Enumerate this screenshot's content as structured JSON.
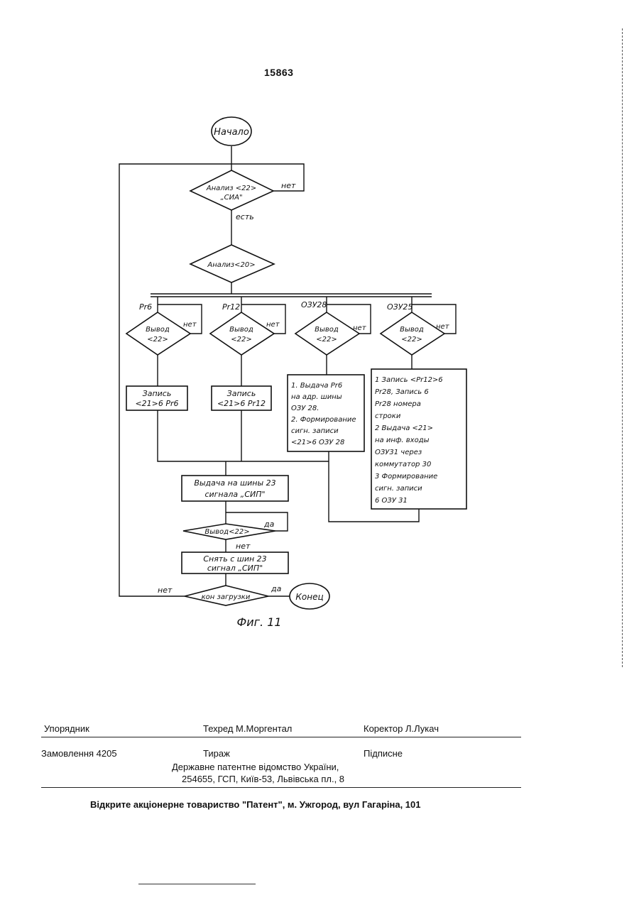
{
  "page_number": "15863",
  "flowchart": {
    "start": "Начало",
    "analysis_22": [
      "Анализ <22>",
      "„СИА\""
    ],
    "no_label": "нет",
    "yes_label": "есть",
    "analysis_20": "Анализ<20>",
    "branches": [
      {
        "label": "Pr6",
        "decision": [
          "Вывод",
          "<22>"
        ],
        "no": "нет",
        "box": [
          "Запись",
          "<21>6 Pr6"
        ]
      },
      {
        "label": "Pr12",
        "decision": [
          "Вывод",
          "<22>"
        ],
        "no": "нет",
        "box": [
          "Запись",
          "<21>6 Pr12"
        ]
      },
      {
        "label": "ОЗУ28",
        "decision": [
          "Вывод",
          "<22>"
        ],
        "no": "нет",
        "box": [
          "1. Выдача Pr6",
          "на адр. шины",
          "ОЗУ 28.",
          "2. Формирование",
          "сигн. записи",
          "<21>6 ОЗУ 28"
        ]
      },
      {
        "label": "ОЗУ25",
        "decision": [
          "Вывод",
          "<22>"
        ],
        "no": "нет",
        "box": [
          "1 Запись <Pr12>6",
          "Pr28, Запись 6",
          "Pr28 номера",
          "строки",
          "2 Выдача <21>",
          "на инф. входы",
          "ОЗУ31 через",
          "коммутатор 30",
          "3 Формирование",
          "сигн. записи",
          "6 ОЗУ 31"
        ]
      }
    ],
    "output_sip": [
      "Выдача на шины 23",
      "сигнала „СИП\""
    ],
    "decision_output": "Вывод<22>",
    "decision_output_yes": "да",
    "decision_output_no": "нет",
    "remove_sip": [
      "Снять с шин 23",
      "сигнал „СИП\""
    ],
    "end_load": "кон загрузки",
    "end_load_no": "нет",
    "end_load_yes": "да",
    "end": "Конец",
    "figure_caption": "Фиг. 11"
  },
  "footer": {
    "compiler": "Упорядник",
    "techred": "Техред М.Моргентал",
    "corrector": "Коректор Л.Лукач",
    "order": "Замовлення 4205",
    "circulation": "Тираж",
    "signed": "Підписне",
    "office_line1": "Державне патентне відомство України,",
    "office_line2": "254655, ГСП, Київ-53, Львівська пл., 8",
    "publisher": "Відкрите акціонерне товариство \"Патент\", м. Ужгород, вул Гагаріна, 101"
  }
}
